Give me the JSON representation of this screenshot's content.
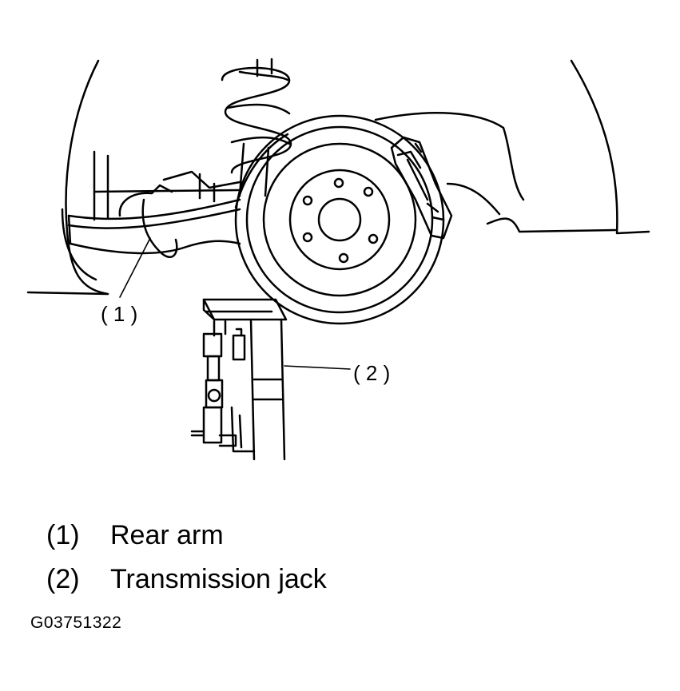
{
  "callouts": {
    "rear_arm": "( 1 )",
    "transmission_jack": "( 2 )"
  },
  "legend": {
    "items": [
      {
        "number": "(1)",
        "label": "Rear arm"
      },
      {
        "number": "(2)",
        "label": "Transmission jack"
      }
    ]
  },
  "figure_code": "G03751322"
}
